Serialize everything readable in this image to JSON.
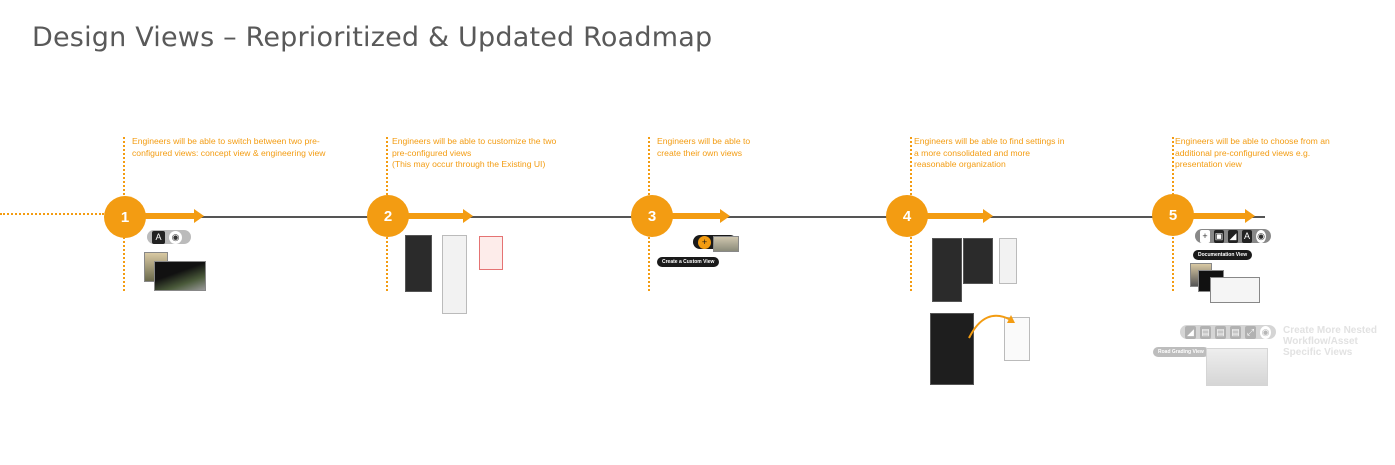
{
  "title": "Design Views – Reprioritized & Updated Roadmap",
  "milestones": [
    {
      "number": "1",
      "text": [
        "Engineers will be able to switch between two pre-",
        "configured views: concept view & engineering view"
      ]
    },
    {
      "number": "2",
      "text": [
        "Engineers will be able to customize the two",
        "pre-configured views",
        "(This may occur through the Existing UI)"
      ]
    },
    {
      "number": "3",
      "text": [
        "Engineers will be able to",
        "create their own views"
      ]
    },
    {
      "number": "4",
      "text": [
        "Engineers will be able to find settings in",
        "a more consolidated and more",
        "reasonable organization"
      ]
    },
    {
      "number": "5",
      "text": [
        "Engineers will be able to choose from an",
        "additional pre-configured views e.g.",
        "presentation view"
      ]
    }
  ],
  "create_custom_view_label": "Create a Custom View",
  "documentation_view_label": "Documentation View",
  "road_grading_view_label": "Road Grading View",
  "future_note": [
    "Create More Nested",
    "Workflow/Asset",
    "Specific Views"
  ],
  "colors": {
    "accent": "#f39c12",
    "line": "#555555",
    "title": "#595959"
  }
}
